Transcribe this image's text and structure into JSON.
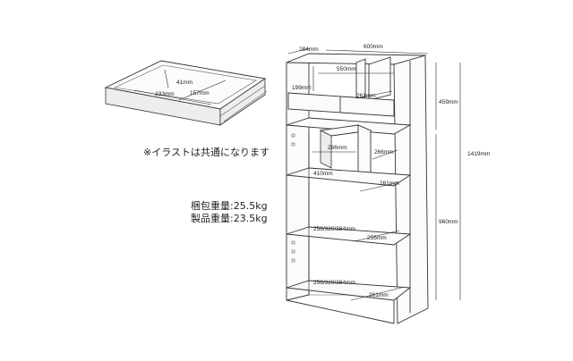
{
  "note": "※イラストは共通になります",
  "spec": {
    "package_weight": "梱包重量:25.5kg",
    "product_weight": "製品重量:23.5kg"
  },
  "dimensions": {
    "depth_top": "284mm",
    "width_top": "600mm",
    "inner_width": "550mm",
    "top_height": "199mm",
    "top_depth": "261mm",
    "total_height": "1419mm",
    "upper_height": "459mm",
    "lower_height": "960mm",
    "box_w1": "266mm",
    "box_w2": "266mm",
    "box_h": "410mm",
    "shelf_depth_1": "261mm",
    "adj_heights_1": "256/320/384mm",
    "shelf_depth_2": "255mm",
    "adj_heights_2": "256/320/384mm",
    "shelf_depth_3": "261mm",
    "drawer_w": "233mm",
    "drawer_d": "157mm",
    "drawer_h": "41mm"
  }
}
